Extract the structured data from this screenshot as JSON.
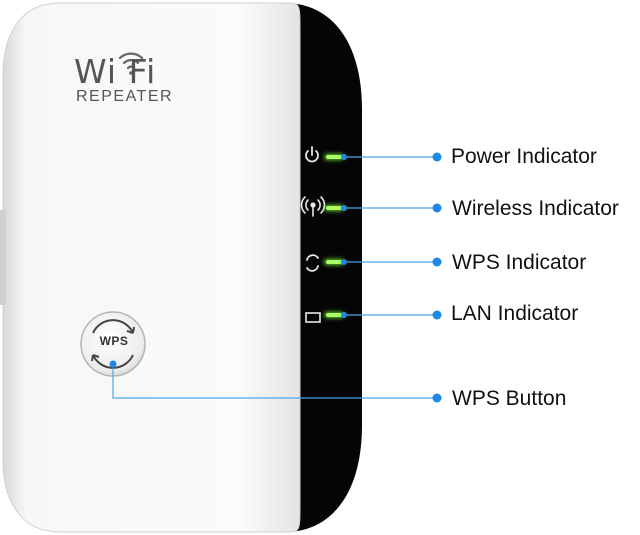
{
  "device": {
    "brand_line1": "Wi Fi",
    "brand_line2": "REPEATER",
    "wps_button_text": "WPS"
  },
  "callouts": [
    {
      "key": "power",
      "label": "Power Indicator",
      "icon": "power-icon"
    },
    {
      "key": "wireless",
      "label": "Wireless Indicator",
      "icon": "antenna-icon"
    },
    {
      "key": "wps",
      "label": "WPS Indicator",
      "icon": "wps-sync-icon"
    },
    {
      "key": "lan",
      "label": "LAN Indicator",
      "icon": "lan-port-icon"
    },
    {
      "key": "wps_button",
      "label": "WPS Button",
      "icon": "wps-button"
    }
  ],
  "colors": {
    "led_green": "#7CFC3A",
    "callout_line": "#4aa8e8",
    "callout_dot": "#1e88e5",
    "body_white": "#f6f6f6",
    "panel_black": "#050505"
  }
}
